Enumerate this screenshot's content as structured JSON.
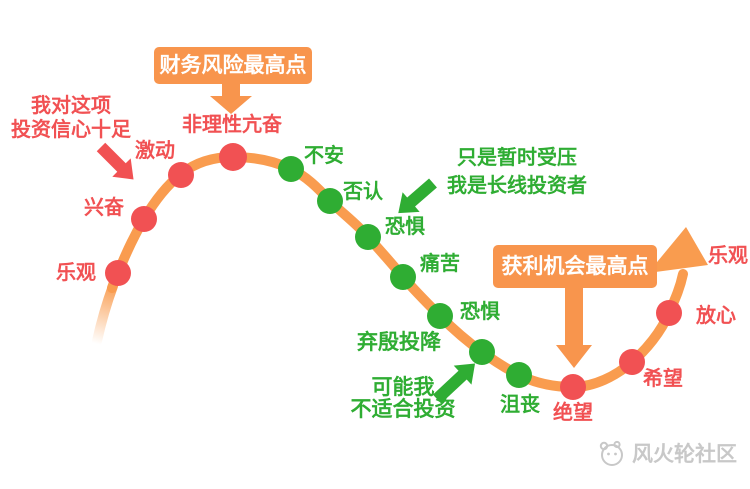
{
  "colors": {
    "red": "#F15153",
    "green": "#2FAD33",
    "curve": "#F99C4F",
    "callout": "#F8954D",
    "watermark": "#C8C8C8"
  },
  "callouts": {
    "risk_peak": "财务风险最高点",
    "profit_peak": "获利机会最高点"
  },
  "annotations": {
    "confidence_line1": "我对这项",
    "confidence_line2": "投资信心十足",
    "longterm_line1": "只是暂时受压",
    "longterm_line2": "我是长线投资者",
    "unsuitable_line1": "可能我",
    "unsuitable_line2": "不适合投资"
  },
  "points": [
    {
      "label": "乐观",
      "color": "red"
    },
    {
      "label": "兴奋",
      "color": "red"
    },
    {
      "label": "激动",
      "color": "red"
    },
    {
      "label": "非理性亢奋",
      "color": "red"
    },
    {
      "label": "不安",
      "color": "green"
    },
    {
      "label": "否认",
      "color": "green"
    },
    {
      "label": "恐惧",
      "color": "green"
    },
    {
      "label": "痛苦",
      "color": "green"
    },
    {
      "label": "恐惧",
      "color": "green"
    },
    {
      "label": "弃殷投降",
      "color": "green"
    },
    {
      "label": "沮丧",
      "color": "green"
    },
    {
      "label": "绝望",
      "color": "red"
    },
    {
      "label": "希望",
      "color": "red"
    },
    {
      "label": "放心",
      "color": "red"
    },
    {
      "label": "乐观",
      "color": "red"
    }
  ],
  "watermark": {
    "label": "风火轮社区"
  }
}
